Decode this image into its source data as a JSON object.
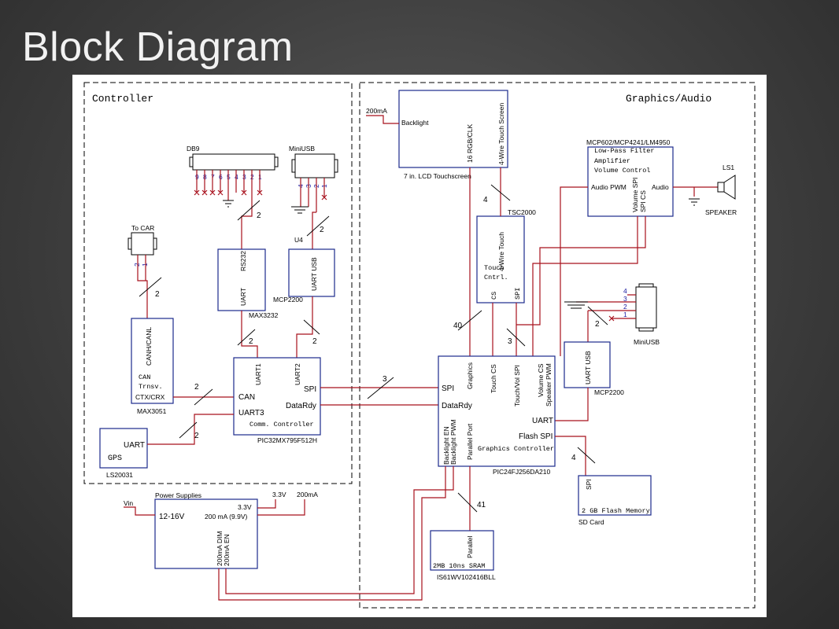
{
  "title": "Block Diagram",
  "regions": {
    "controller": "Controller",
    "graphics": "Graphics/Audio"
  },
  "blocks": {
    "lcd": {
      "backlight": "Backlight",
      "rgb": "16 RGB/CLK",
      "touch": "4-Wire Touch Screen",
      "caption": "7 in. LCD Touchscreen",
      "current": "200mA"
    },
    "db9": {
      "name": "DB9",
      "pins": [
        "9",
        "8",
        "7",
        "6",
        "5",
        "4",
        "3",
        "2",
        "1"
      ]
    },
    "miniusb_top": {
      "name": "MiniUSB",
      "pins": [
        "4",
        "3",
        "2",
        "1"
      ],
      "ref": "U4"
    },
    "audio": {
      "part": "MCP602/MCP4241/LM4950",
      "lines": [
        "Low-Pass Filter",
        "Amplifier",
        "Volume Control"
      ],
      "pwm": "Audio PWM",
      "out": "Audio",
      "spi": "Volume SPI",
      "cs": "SPI CS"
    },
    "speaker": {
      "ref": "LS1",
      "name": "SPEAKER"
    },
    "tocar": {
      "name": "To CAR",
      "pins": [
        "2",
        "1"
      ]
    },
    "rs232": {
      "uart": "UART",
      "rs": "RS232",
      "part": "MAX3232"
    },
    "uartusb_left": {
      "label": "UART USB",
      "part": "MCP2200"
    },
    "tsc": {
      "part": "TSC2000",
      "touch": "4-Wire Touch",
      "ctrl1": "Touch",
      "ctrl2": "Cntrl.",
      "cs": "CS",
      "spi": "SPI"
    },
    "miniusb_right": {
      "name": "MiniUSB",
      "pins": [
        "4",
        "3",
        "2",
        "1"
      ]
    },
    "uartusb_right": {
      "label": "UART USB",
      "part": "MCP2200"
    },
    "can": {
      "canh": "CANH/CANL",
      "can": "CAN",
      "trans": "Trnsv.",
      "ctx": "CTX/CRX",
      "part": "MAX3051"
    },
    "comm": {
      "uart1": "UART1",
      "uart2": "UART2",
      "can": "CAN",
      "uart3": "UART3",
      "spi": "SPI",
      "datardy": "DataRdy",
      "name": "Comm. Controller",
      "part": "PIC32MX795F512H"
    },
    "gfx": {
      "graphics": "Graphics",
      "touchcs": "Touch CS",
      "touchvol": "Touch/Vol SPI",
      "volcs": "Volume CS",
      "spkpwm": "Speaker PWM",
      "spi": "SPI",
      "datardy": "DataRdy",
      "uart": "UART",
      "flash": "Flash SPI",
      "blen": "Backlight EN",
      "blpwm": "Backlight PWM",
      "parallel": "Parallel Port",
      "name": "Graphics Controller",
      "part": "PIC24FJ256DA210"
    },
    "gps": {
      "uart": "UART",
      "name": "GPS",
      "part": "LS20031"
    },
    "power": {
      "title": "Power Supplies",
      "vin": "Vin",
      "in": "12-16V",
      "v33": "3.3V",
      "out": "200 mA (9.9V)",
      "dim": "200mA DIM",
      "en": "200mA EN",
      "lbl33": "3.3V",
      "lbl200": "200mA"
    },
    "flash": {
      "spi": "SPI",
      "name": "2 GB Flash Memory",
      "caption": "SD Card"
    },
    "sram": {
      "parallel": "Parallel",
      "name": "2MB 10ns SRAM",
      "part": "IS61WV102416BLL"
    }
  },
  "bus_widths": {
    "lcd_touch": "4",
    "db9": "2",
    "usb_top": "2",
    "tocar": "2",
    "rs232": "2",
    "uartusb": "2",
    "miniusb_right": "2",
    "can": "2",
    "gps": "2",
    "spi": "3",
    "touch_tsc": "40",
    "tsc_spi": "3",
    "flash": "4",
    "sram": "41"
  }
}
